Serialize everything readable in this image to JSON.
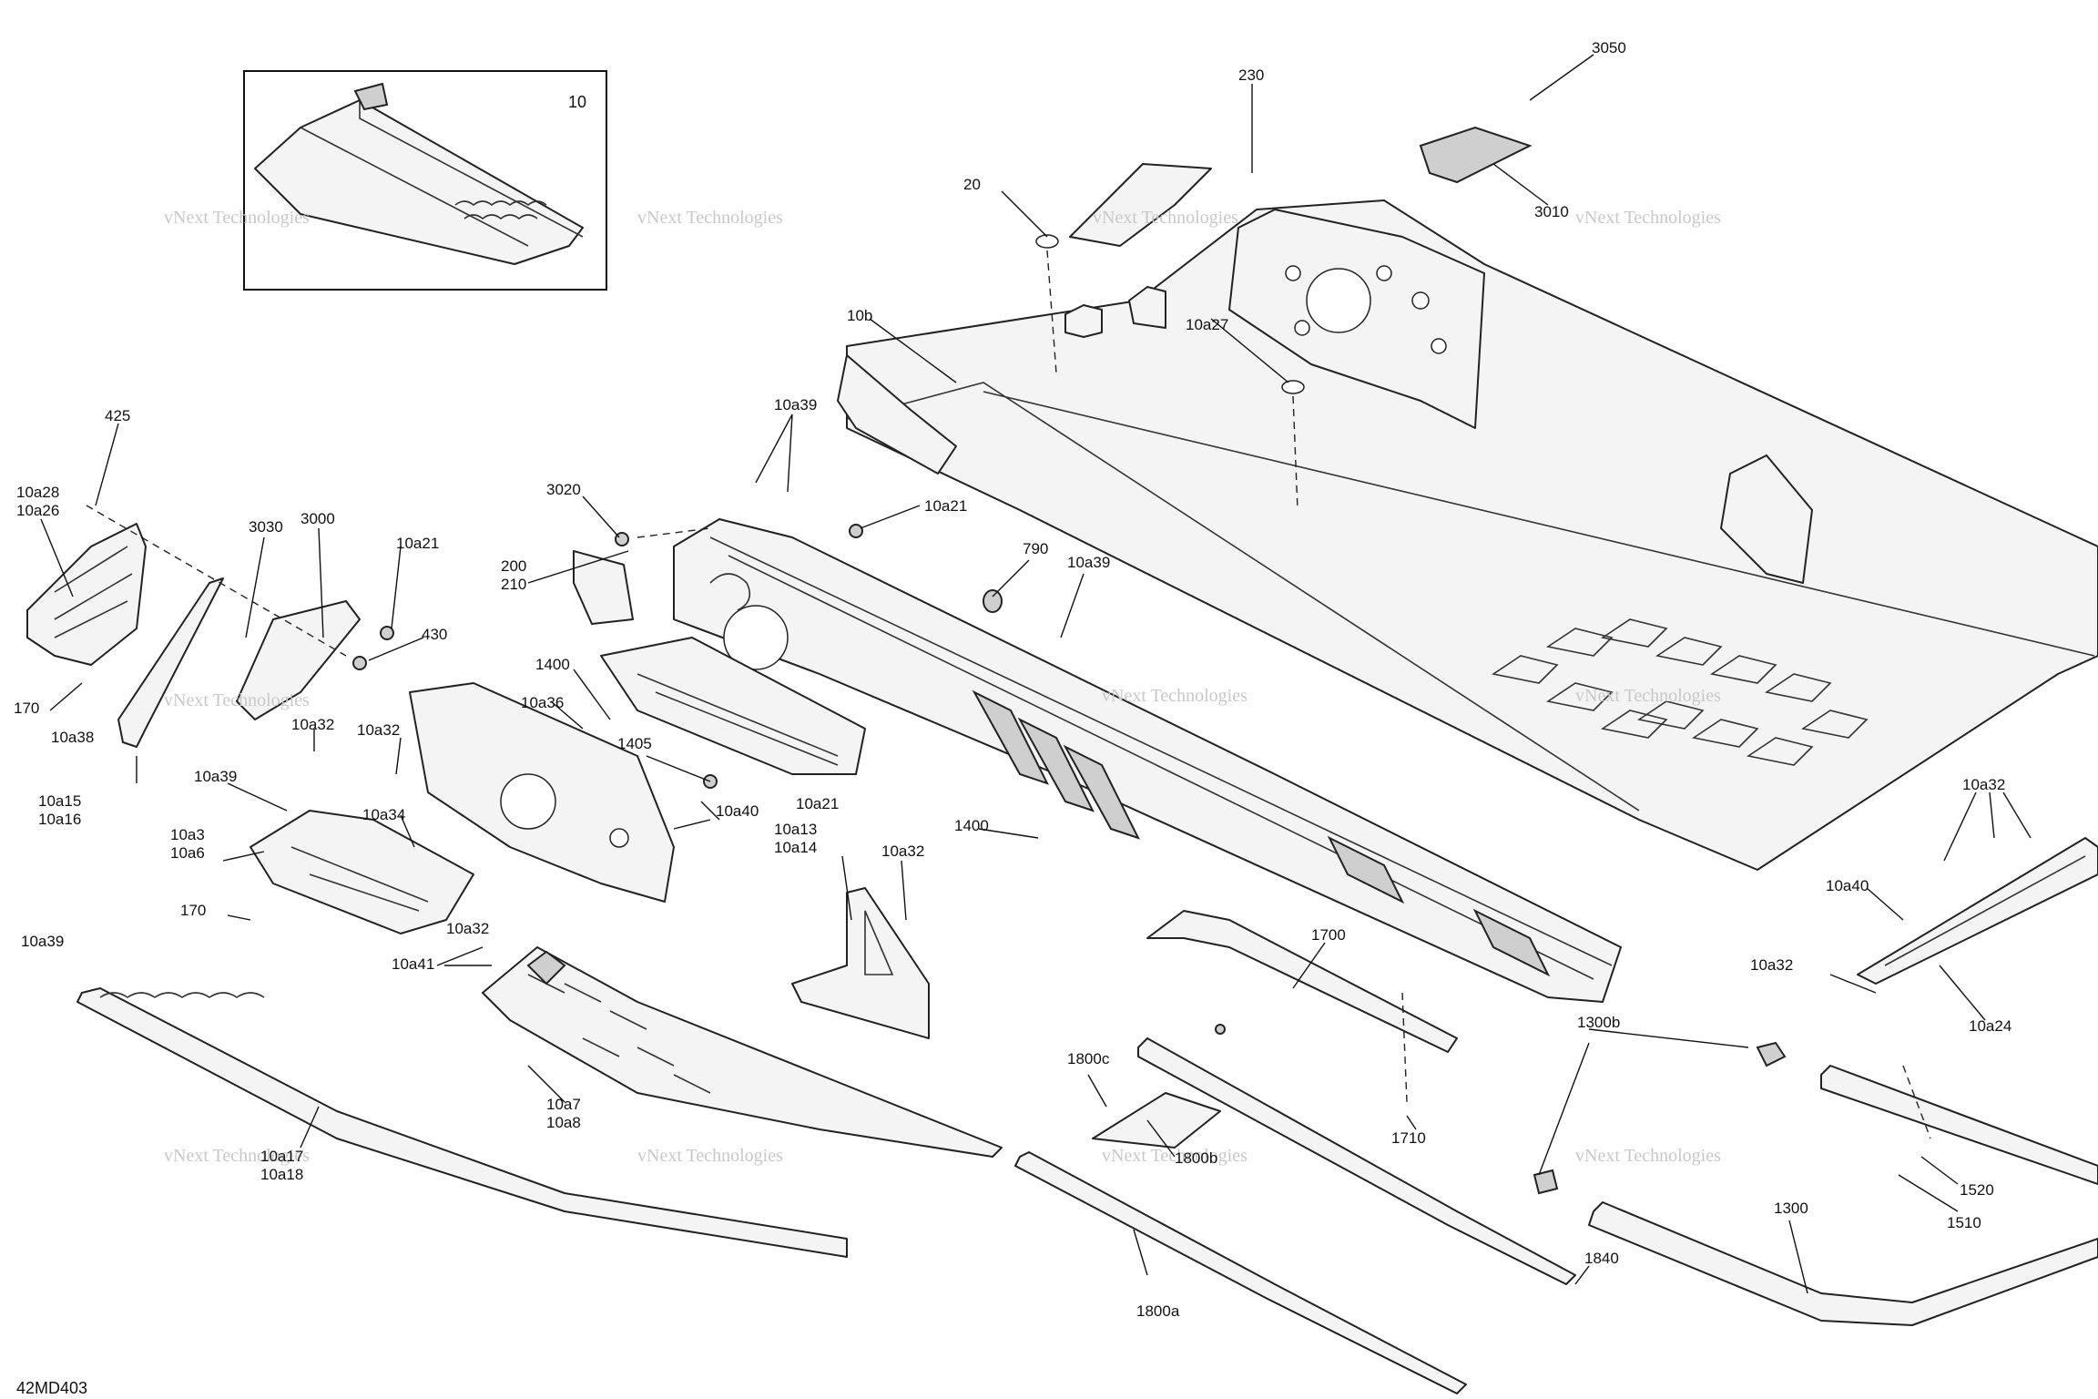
{
  "diagram": {
    "drawing_code": "42MD403",
    "inset_label": "10",
    "watermark_line1": "vNext Technologies",
    "watermark_line2": "Technologies",
    "callouts": [
      "3050",
      "230",
      "20",
      "3010",
      "10b",
      "10a27",
      "10a39",
      "3020",
      "10a21",
      "425",
      "10a28",
      "10a26",
      "3030",
      "3000",
      "10a21",
      "200",
      "210",
      "430",
      "790",
      "10a39",
      "1400",
      "10a36",
      "170",
      "10a38",
      "10a32",
      "10a32",
      "1405",
      "10a15",
      "10a16",
      "10a39",
      "10a21",
      "10a40",
      "10a13",
      "10a14",
      "10a3",
      "10a6",
      "10a34",
      "10a32",
      "1400",
      "170",
      "10a32",
      "10a41",
      "1700",
      "10a39",
      "10a7",
      "10a8",
      "10a17",
      "10a18",
      "1800c",
      "1800b",
      "1710",
      "1300b",
      "10a32",
      "10a40",
      "10a32",
      "10a24",
      "1520",
      "1510",
      "1300",
      "1840",
      "1800a"
    ]
  }
}
